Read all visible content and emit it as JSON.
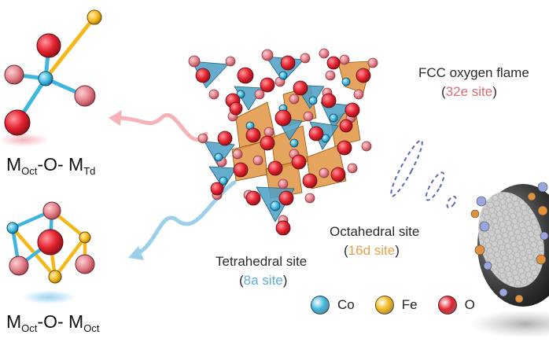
{
  "labels": {
    "fcc_title": "FCC oxygen flame",
    "fcc_site": "32e site",
    "octa_title": "Octahedral site",
    "octa_site": "16d site",
    "tetra_title": "Tetrahedral site",
    "tetra_site": "8a site"
  },
  "formulas": {
    "top": {
      "m1": "M",
      "s1": "Oct",
      "mid": "-O- ",
      "m2": "M",
      "s2": "Td"
    },
    "bottom": {
      "m1": "M",
      "s1": "Oct",
      "mid": "-O- ",
      "m2": "M",
      "s2": "Oct"
    }
  },
  "legend": [
    {
      "label": "Co",
      "color": "#3fb6de"
    },
    {
      "label": "Fe",
      "color": "#f4b81a"
    },
    {
      "label": "O",
      "color": "#e4232f"
    }
  ],
  "colors": {
    "co": "#3fb6de",
    "fe": "#f4b81a",
    "o": "#e4232f",
    "o_light": "#e28a92",
    "tetra": "#4a9fc4",
    "octa": "#e0913a",
    "site_red": "#e06a74",
    "site_orange": "#e8a048",
    "site_blue": "#5aaed6"
  }
}
